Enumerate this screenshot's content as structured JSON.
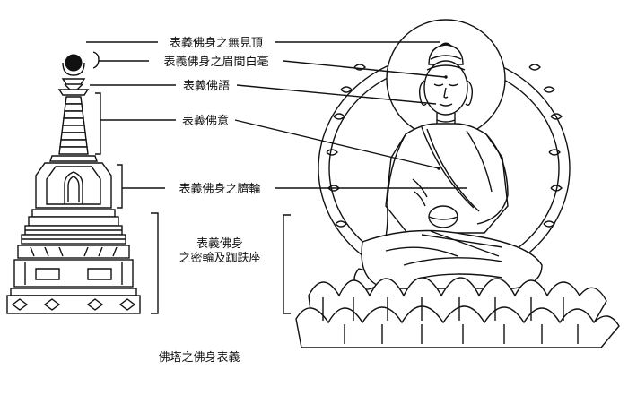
{
  "labels": {
    "crown": "表義佛身之無見頂",
    "urna": "表義佛身之眉間白毫",
    "speech": "表義佛語",
    "mind": "表義佛意",
    "navel": "表義佛身之臍輪",
    "secret_line1": "表義佛身",
    "secret_line2": "之密輪及跏趺座"
  },
  "caption": "佛塔之佛身表義",
  "colors": {
    "ink": "#111111",
    "paper": "#ffffff"
  }
}
